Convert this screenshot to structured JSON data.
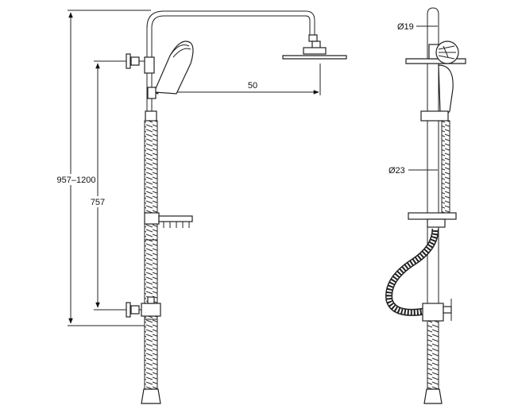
{
  "dimensions": {
    "total_height": "957–1200",
    "mixer_spacing": "757",
    "arm_reach": "50",
    "head_diameter": "Ø19",
    "rail_diameter": "Ø23"
  }
}
